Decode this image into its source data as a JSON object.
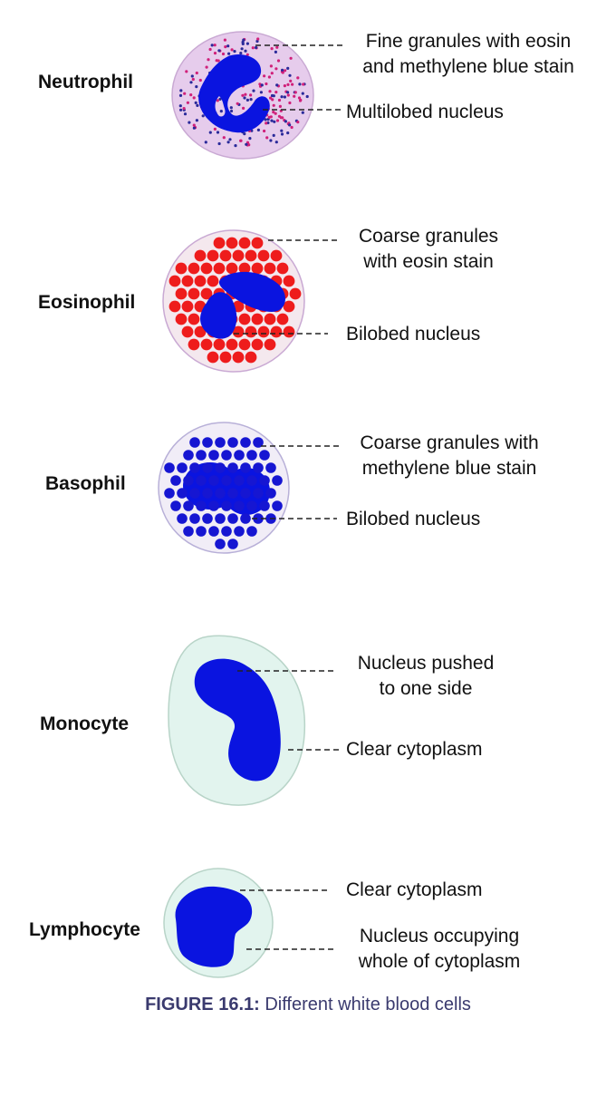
{
  "colors": {
    "nucleus": "#0a14e0",
    "eosin_granule": "#ee1c1c",
    "basophil_granule": "#1616d2",
    "neutrophil_cytoplasm": "#e6ccec",
    "clear_cytoplasm": "#e2f4ee",
    "caption": "#3a3a6e"
  },
  "cells": [
    {
      "name": "Neutrophil",
      "labels": [
        {
          "lines": [
            "Fine granules with eosin",
            "and methylene blue stain"
          ]
        },
        {
          "lines": [
            "Multilobed nucleus"
          ]
        }
      ]
    },
    {
      "name": "Eosinophil",
      "labels": [
        {
          "lines": [
            "Coarse granules",
            "with eosin stain"
          ]
        },
        {
          "lines": [
            "Bilobed nucleus"
          ]
        }
      ]
    },
    {
      "name": "Basophil",
      "labels": [
        {
          "lines": [
            "Coarse granules with",
            "methylene blue stain"
          ]
        },
        {
          "lines": [
            "Bilobed nucleus"
          ]
        }
      ]
    },
    {
      "name": "Monocyte",
      "labels": [
        {
          "lines": [
            "Nucleus pushed",
            "to one side"
          ]
        },
        {
          "lines": [
            "Clear cytoplasm"
          ]
        }
      ]
    },
    {
      "name": "Lymphocyte",
      "labels": [
        {
          "lines": [
            "Clear cytoplasm"
          ]
        },
        {
          "lines": [
            "Nucleus occupying",
            "whole of cytoplasm"
          ]
        }
      ]
    }
  ],
  "caption": {
    "figure": "FIGURE 16.1:",
    "text": " Different white blood cells"
  }
}
